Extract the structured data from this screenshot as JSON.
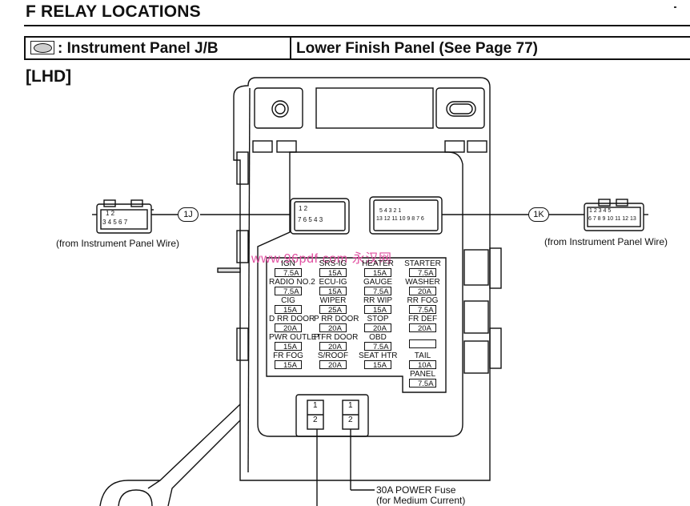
{
  "page": {
    "title": "F  RELAY LOCATIONS",
    "header": {
      "icon": "oval-connector-icon",
      "label": ": Instrument Panel J/B",
      "location": "Lower Finish Panel (See Page 77)"
    },
    "variant": "[LHD]"
  },
  "connectors": {
    "left": {
      "tag": "1J",
      "source": "(from Instrument Panel Wire)",
      "pins_top": "1  2",
      "pins_bottom": "3 4 5 6 7"
    },
    "right": {
      "tag": "1K",
      "source": "(from Instrument Panel Wire)",
      "pins_top": "1 2      3 4 5",
      "pins_bottom": "6 7 8 9 10 11 12 13"
    },
    "jb_left_pins": {
      "top": "1  2",
      "bottom": "7 6 5 4 3"
    },
    "jb_right_pins": {
      "top": "5 4 3    2 1",
      "bottom": "13 12 11 10 9 8 7 6"
    }
  },
  "fuses": [
    {
      "name": "IGN",
      "amp": "7.5A"
    },
    {
      "name": "SRS-IG",
      "amp": "15A"
    },
    {
      "name": "HEATER",
      "amp": "15A"
    },
    {
      "name": "STARTER",
      "amp": "7.5A"
    },
    {
      "name": "RADIO NO.2",
      "amp": "7.5A"
    },
    {
      "name": "ECU-IG",
      "amp": "15A"
    },
    {
      "name": "GAUGE",
      "amp": "7.5A"
    },
    {
      "name": "WASHER",
      "amp": "20A"
    },
    {
      "name": "CIG",
      "amp": "15A"
    },
    {
      "name": "WIPER",
      "amp": "25A"
    },
    {
      "name": "RR WIP",
      "amp": "15A"
    },
    {
      "name": "RR FOG",
      "amp": "7.5A"
    },
    {
      "name": "D RR DOOR",
      "amp": "20A"
    },
    {
      "name": "P RR DOOR",
      "amp": "20A"
    },
    {
      "name": "STOP",
      "amp": "20A"
    },
    {
      "name": "FR DEF",
      "amp": "20A"
    },
    {
      "name": "PWR OUTLET",
      "amp": "15A"
    },
    {
      "name": "P FR DOOR",
      "amp": "20A"
    },
    {
      "name": "OBD",
      "amp": "7.5A"
    },
    {
      "name": "",
      "amp": ""
    },
    {
      "name": "FR FOG",
      "amp": "15A"
    },
    {
      "name": "S/ROOF",
      "amp": "20A"
    },
    {
      "name": "SEAT HTR",
      "amp": "15A"
    },
    {
      "name": "TAIL",
      "amp": "10A"
    },
    {
      "name": "",
      "amp": ""
    },
    {
      "name": "",
      "amp": ""
    },
    {
      "name": "",
      "amp": ""
    },
    {
      "name": "PANEL",
      "amp": "7.5A"
    }
  ],
  "power_fuse": {
    "slot_top": "1",
    "slot_bottom": "2",
    "label_line1": "30A POWER Fuse",
    "label_line2": "(for Medium Current)"
  },
  "watermark": "www.96pdf.com 永汉网"
}
